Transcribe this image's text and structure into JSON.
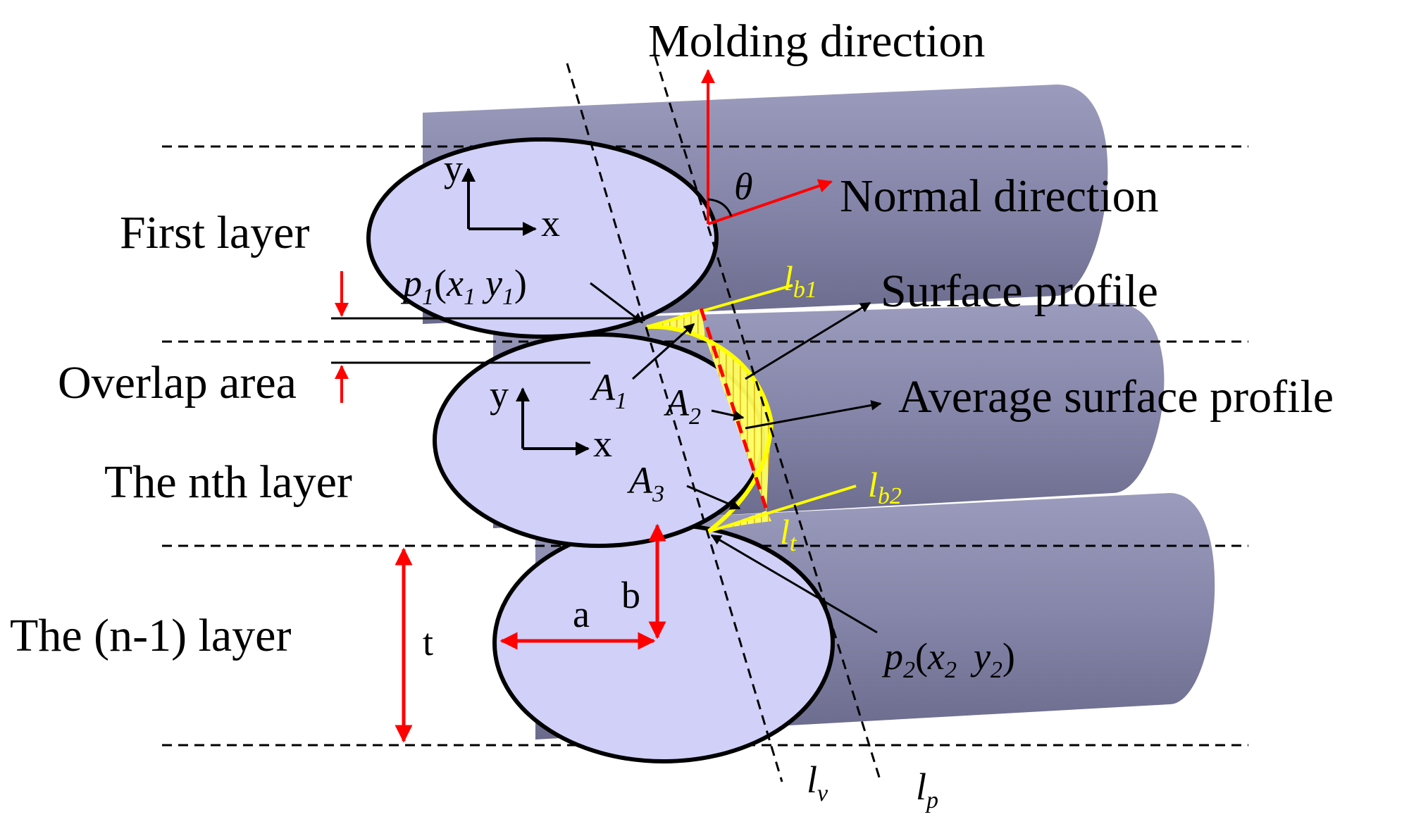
{
  "labels": {
    "molding_direction": "Molding direction",
    "normal_direction": "Normal direction",
    "theta": "θ",
    "surface_profile": "Surface profile",
    "average_surface_profile": "Average surface profile",
    "first_layer": "First layer",
    "overlap_area": "Overlap area",
    "nth_layer": "The nth layer",
    "n_minus_1_layer": "The (n-1) layer",
    "a": "a",
    "b": "b",
    "t": "t",
    "x": "x",
    "y": "y"
  },
  "points": {
    "p1": {
      "base": "p",
      "sub": "1",
      "open": "(",
      "xbase": "x",
      "xsub": "1",
      "ybase": "y",
      "ysub": "1",
      "close": ")"
    },
    "p2": {
      "base": "p",
      "sub": "2",
      "open": "(",
      "xbase": "x",
      "xsub": "2",
      "ybase": "y",
      "ysub": "2",
      "close": ")"
    }
  },
  "areas": {
    "A1": {
      "base": "A",
      "sub": "1"
    },
    "A2": {
      "base": "A",
      "sub": "2"
    },
    "A3": {
      "base": "A",
      "sub": "3"
    }
  },
  "lines": {
    "lb1": {
      "base": "l",
      "sub": "b1"
    },
    "lb2": {
      "base": "l",
      "sub": "b2"
    },
    "lt": {
      "base": "l",
      "sub": "t"
    },
    "lv": {
      "base": "l",
      "sub": "v"
    },
    "lp": {
      "base": "l",
      "sub": "p"
    }
  },
  "colors": {
    "ellipse_fill": "#d0d0f8",
    "cylinder_body": "#8a8aae",
    "arrow_red": "#ff0000",
    "tangent_yellow": "#ffff00",
    "outline": "#000000"
  }
}
